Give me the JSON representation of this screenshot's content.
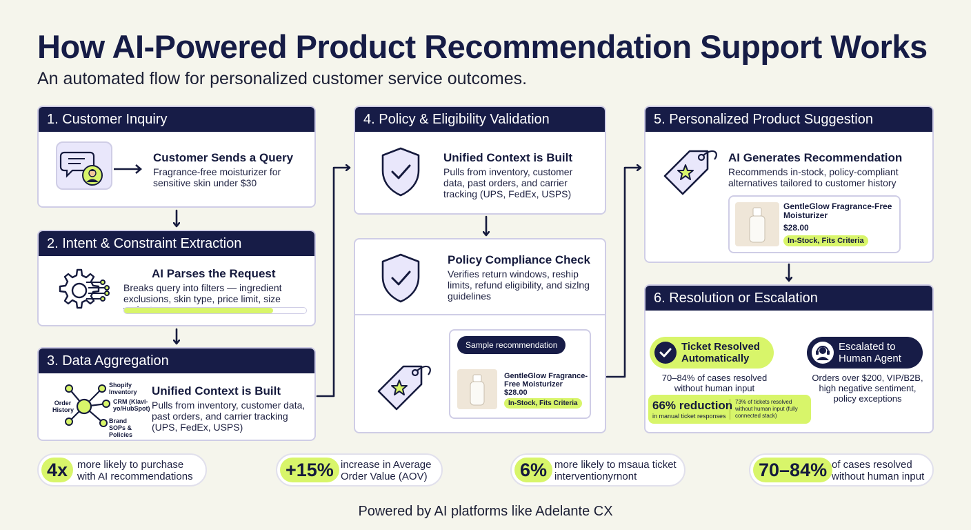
{
  "header": {
    "title": "How AI-Powered Product Recommendation Support Works",
    "subtitle": "An automated flow for personalized customer service outcomes."
  },
  "step1": {
    "head": "1. Customer Inquiry",
    "title": "Customer Sends a Query",
    "body": "Fragrance-free moisturizer for sensitive skin under $30"
  },
  "step2": {
    "head": "2. Intent & Constraint Extraction",
    "title": "AI Parses the Request",
    "body": "Breaks query into filters — ingredient exclusions, skin type, price limit, size variant",
    "progress": 0.82
  },
  "step3": {
    "head": "3. Data Aggregation",
    "title": "Unified Context is Built",
    "body": "Pulls from inventory, customer data, past orders, and carrier tracking (UPS, FedEx, USPS)",
    "nodes": {
      "shopify": "Shopify Inventory",
      "order": "Order History",
      "crm": "CRM (Klavi-yo/HubSpot)",
      "brand": "Brand SOPs & Policies"
    }
  },
  "step4": {
    "head": "4. Policy & Eligibility Validation",
    "title": "Unified Context is Built",
    "body": "Pulls from inventory, customer data, past orders, and carrier tracking (UPS, FedEx, USPS)",
    "check_title": "Policy Compliance Check",
    "check_body": "Verifies return windows, reship limits, refund eligibility, and sizlng guidelines",
    "sample_label": "Sample recommendation",
    "product_name": "GentleGlow Fragrance-Free Moisturizer",
    "product_price": "$28.00",
    "product_badge": "In-Stock, Fits Criteria"
  },
  "step5": {
    "head": "5. Personalized Product Suggestion",
    "title": "AI Generates Recommendation",
    "body": "Recommends in-stock, policy-compliant alternatives tailored to customer history",
    "product_name": "GentleGlow Fragrance-Free Moisturizer",
    "product_price": "$28.00",
    "product_badge": "In-Stock, Fits Criteria"
  },
  "step6": {
    "head": "6. Resolution or Escalation",
    "resolved_label": "Ticket Resolved Automatically",
    "resolved_body": "70–84% of cases resolved without human input",
    "reduction_big": "66% reduction",
    "reduction_small": "in manual ticket responses",
    "reduction_note": "73% of tickets resolved without human input (fully connected stack)",
    "escalated_label": "Escalated to Human Agent",
    "escalated_body": "Orders over $200, VIP/B2B, high negative sentiment, policy exceptions"
  },
  "stats": [
    {
      "big": "4x",
      "text": "more likely to purchase with AI recommendations"
    },
    {
      "big": "+15%",
      "text": "increase in Average Order Value (AOV)"
    },
    {
      "big": "6%",
      "text": "more likely to msaua ticket interventionyrnont"
    },
    {
      "big": "70–84%",
      "text": "of cases resolved without human input"
    }
  ],
  "footer": "Powered by AI platforms like Adelante CX",
  "colors": {
    "navy": "#171c47",
    "lime": "#d8f56a",
    "lavender": "#e9e7fb",
    "border": "#cfcde6"
  },
  "icons": [
    "chat-bubble-icon",
    "user-avatar-icon",
    "ai-gear-icon",
    "network-hub-icon",
    "shield-check-icon",
    "price-tag-star-icon",
    "check-circle-icon",
    "headset-agent-icon",
    "moisturizer-bottle-icon"
  ]
}
